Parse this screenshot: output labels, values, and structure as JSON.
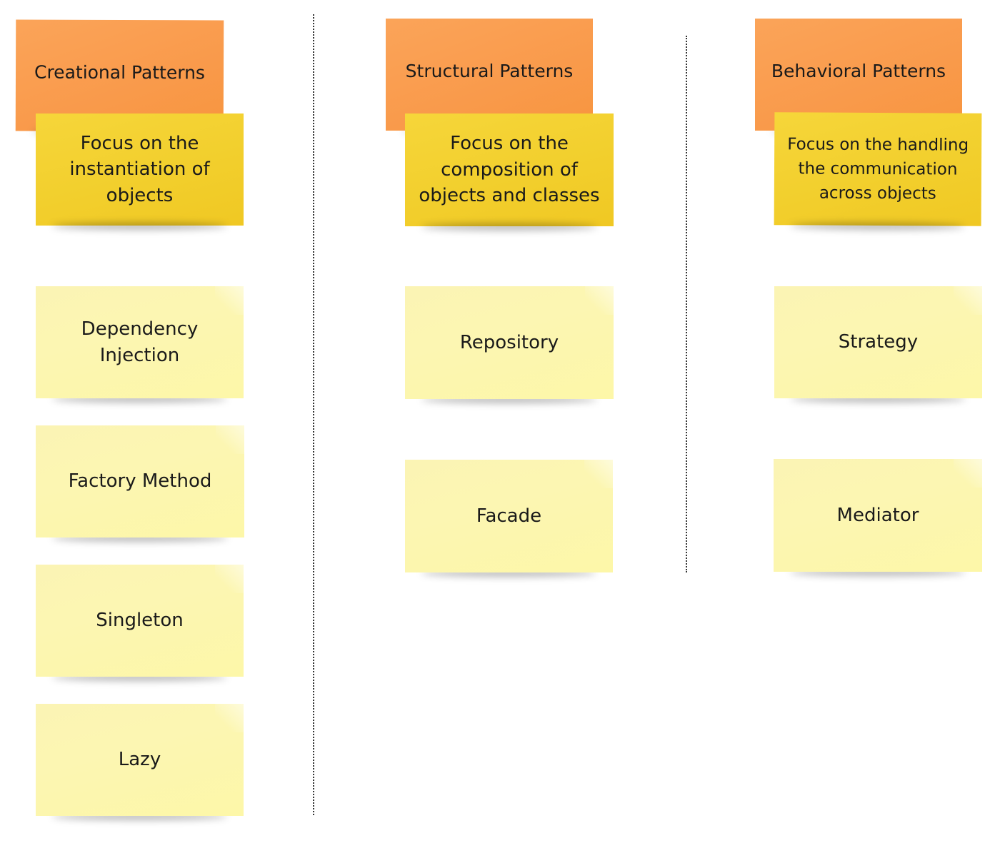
{
  "columns": [
    {
      "header": "Creational Patterns",
      "focus": "Focus on the instantiation of objects",
      "patterns": [
        "Dependency Injection",
        "Factory Method",
        "Singleton",
        "Lazy"
      ]
    },
    {
      "header": "Structural Patterns",
      "focus": "Focus on the composition of objects and classes",
      "patterns": [
        "Repository",
        "Facade"
      ]
    },
    {
      "header": "Behavioral Patterns",
      "focus": "Focus on the handling the communication across objects",
      "patterns": [
        "Strategy",
        "Mediator"
      ]
    }
  ],
  "colors": {
    "header_note": "#f99a4b",
    "focus_note": "#f2cf2d",
    "pattern_note": "#fcf6b2",
    "divider": "#333333"
  }
}
